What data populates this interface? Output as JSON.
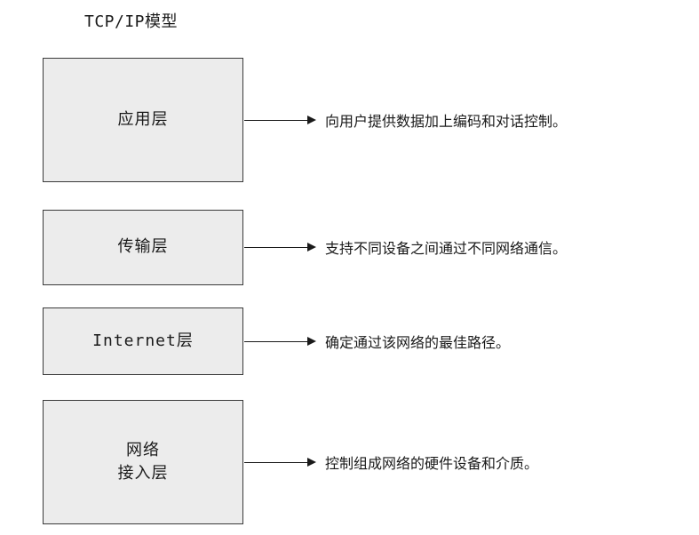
{
  "title": "TCP/IP模型",
  "layers": [
    {
      "name": "应用层",
      "description": "向用户提供数据加上编码和对话控制。"
    },
    {
      "name": "传输层",
      "description": "支持不同设备之间通过不同网络通信。"
    },
    {
      "name": "Internet层",
      "description": "确定通过该网络的最佳路径。"
    },
    {
      "name": "网络\n接入层",
      "description": "控制组成网络的硬件设备和介质。"
    }
  ],
  "colors": {
    "background": "#ffffff",
    "box_fill": "#ececec",
    "box_border": "#3a3a3a",
    "text": "#1a1a1a"
  }
}
